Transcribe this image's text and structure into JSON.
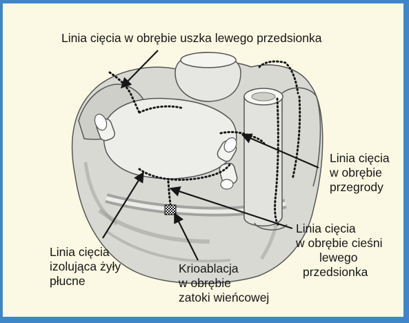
{
  "labels": {
    "appendage_line": "Linia cięcia w obrębie uszka lewego przedsionka",
    "septum_line": [
      "Linia cięcia",
      "w obrębie",
      "przegrody"
    ],
    "isthmus_line": [
      "Linia cięcia",
      "w obrębie cieśni",
      "lewego",
      "przedsionka"
    ],
    "pulmonary_veins_line": [
      "Linia cięcia",
      "izolująca żyły",
      "płucne"
    ],
    "cryoablation": [
      "Krioablacja",
      "w obrębie",
      "zatoki wieńcowej"
    ]
  },
  "colors": {
    "border": "#3f86c8",
    "background": "#fbf8e3",
    "text": "#161616",
    "incision_dots": "#161616"
  }
}
